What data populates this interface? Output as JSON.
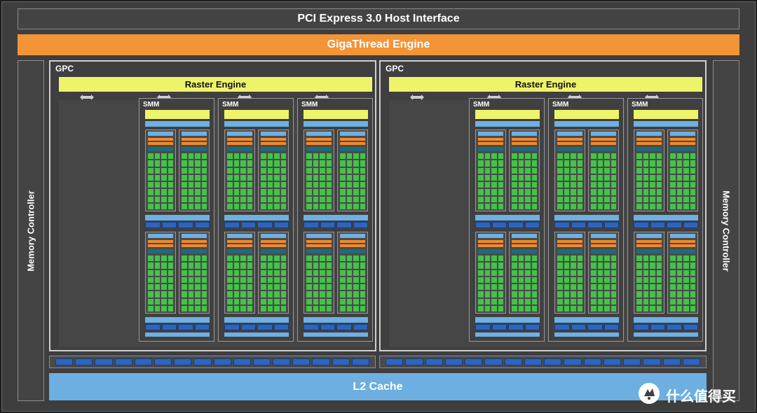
{
  "host_interface": "PCI Express 3.0 Host Interface",
  "giga_thread": "GigaThread Engine",
  "memory_controller": "Memory Controller",
  "l2_cache": "L2 Cache",
  "watermark": "什么值得买",
  "gpcs": [
    {
      "label": "GPC",
      "raster_engine": "Raster Engine",
      "smms": [
        "SMM",
        "SMM",
        "SMM"
      ]
    },
    {
      "label": "GPC",
      "raster_engine": "Raster Engine",
      "smms": [
        "SMM",
        "SMM",
        "SMM"
      ]
    }
  ],
  "colors": {
    "giga_thread": "#f39437",
    "raster_engine": "#eef46a",
    "l2_cache": "#6cafe0",
    "cuda_core": "#45c24a",
    "memory_block": "#2f64bc"
  }
}
